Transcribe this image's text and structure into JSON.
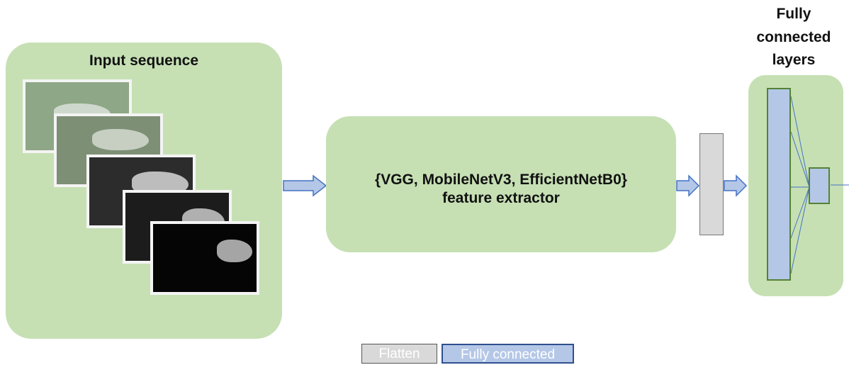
{
  "input_panel": {
    "title": "Input sequence"
  },
  "extractor": {
    "line1": "{VGG, MobileNetV3, EfficientNetB0}",
    "line2": "feature extractor"
  },
  "fc_panel": {
    "title_line1": "Fully",
    "title_line2": "connected",
    "title_line3": "layers"
  },
  "legend": {
    "flatten": "Flatten",
    "fully_connected": "Fully connected"
  },
  "colors": {
    "panel_green": "#c6e0b4",
    "flatten_gray": "#d9d9d9",
    "fc_blue": "#b4c7e7",
    "arrow_blue": "#b4c7e7"
  }
}
